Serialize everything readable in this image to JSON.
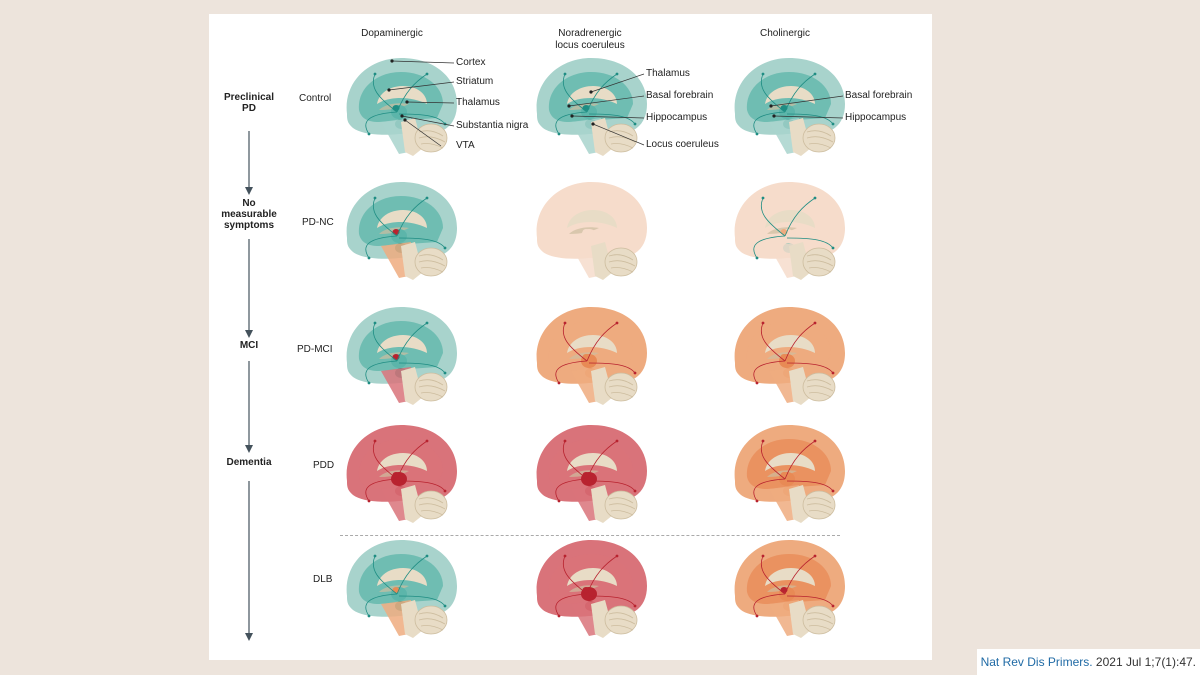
{
  "columns": {
    "dopaminergic": "Dopaminergic",
    "noradrenergic": "Noradrenergic\nlocus coeruleus",
    "cholinergic": "Cholinergic"
  },
  "stages": {
    "preclinical": "Preclinical\nPD",
    "no_symptoms": "No\nmeasurable\nsymptoms",
    "mci": "MCI",
    "dementia": "Dementia"
  },
  "conditions": [
    "Control",
    "PD-NC",
    "PD-MCI",
    "PDD",
    "DLB"
  ],
  "labels": {
    "dopaminergic": [
      "Cortex",
      "Striatum",
      "Thalamus",
      "Substantia nigra",
      "VTA"
    ],
    "noradrenergic": [
      "Thalamus",
      "Basal forebrain",
      "Hippocampus",
      "Locus coeruleus"
    ],
    "cholinergic": [
      "Basal forebrain",
      "Hippocampus"
    ]
  },
  "citation": {
    "journal": "Nat Rev Dis Primers.",
    "ref": " 2021 Jul 1;7(1):47."
  },
  "colors": {
    "teal_light": "#a8d3cc",
    "teal_mid": "#5cb5aa",
    "teal_dark": "#1f8d83",
    "peach_light": "#f6dccb",
    "orange": "#eeab7f",
    "orange_dark": "#e88a55",
    "red_light": "#d9737a",
    "red_dark": "#b8232f",
    "beige": "#e8dcc6",
    "beige_dark": "#cdbd9f"
  },
  "brains": [
    {
      "cond": "Control",
      "da": "teal-full",
      "na": "teal-full",
      "ch": "teal-full"
    },
    {
      "cond": "PD-NC",
      "da": "teal-early",
      "na": "peach",
      "ch": "peach-teal"
    },
    {
      "cond": "PD-MCI",
      "da": "teal-mci",
      "na": "orange",
      "ch": "orange"
    },
    {
      "cond": "PDD",
      "da": "red",
      "na": "red",
      "ch": "orange-dark"
    },
    {
      "cond": "DLB",
      "da": "teal-dlb",
      "na": "red",
      "ch": "orange-red"
    }
  ]
}
